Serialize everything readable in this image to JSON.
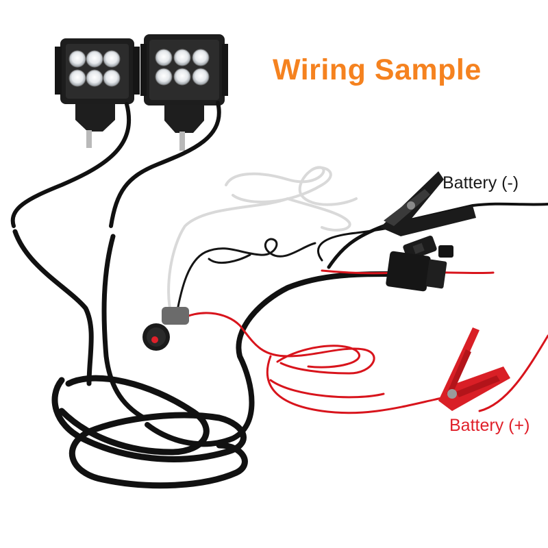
{
  "image": {
    "title": "Wiring Sample",
    "labels": {
      "battery_negative": "Battery (-)",
      "battery_positive": "Battery (+)"
    },
    "colors": {
      "title": "#f5821f",
      "battery_negative_label": "#1a1a1a",
      "battery_positive_label": "#e0202a",
      "black_wire": "#111111",
      "red_wire": "#d8141c",
      "white_wire": "#e9e9e9",
      "clamp_red": "#d91f26",
      "clamp_black": "#1b1b1b",
      "led_lens": "#f2f4f6"
    },
    "components": [
      "led-light-pod-left",
      "led-light-pod-right",
      "black-wiring-harness",
      "white-wire-coil",
      "red-wire-coil",
      "rocker-switch",
      "inline-fuse-holder",
      "relay",
      "battery-negative-clamp",
      "battery-positive-clamp"
    ]
  }
}
